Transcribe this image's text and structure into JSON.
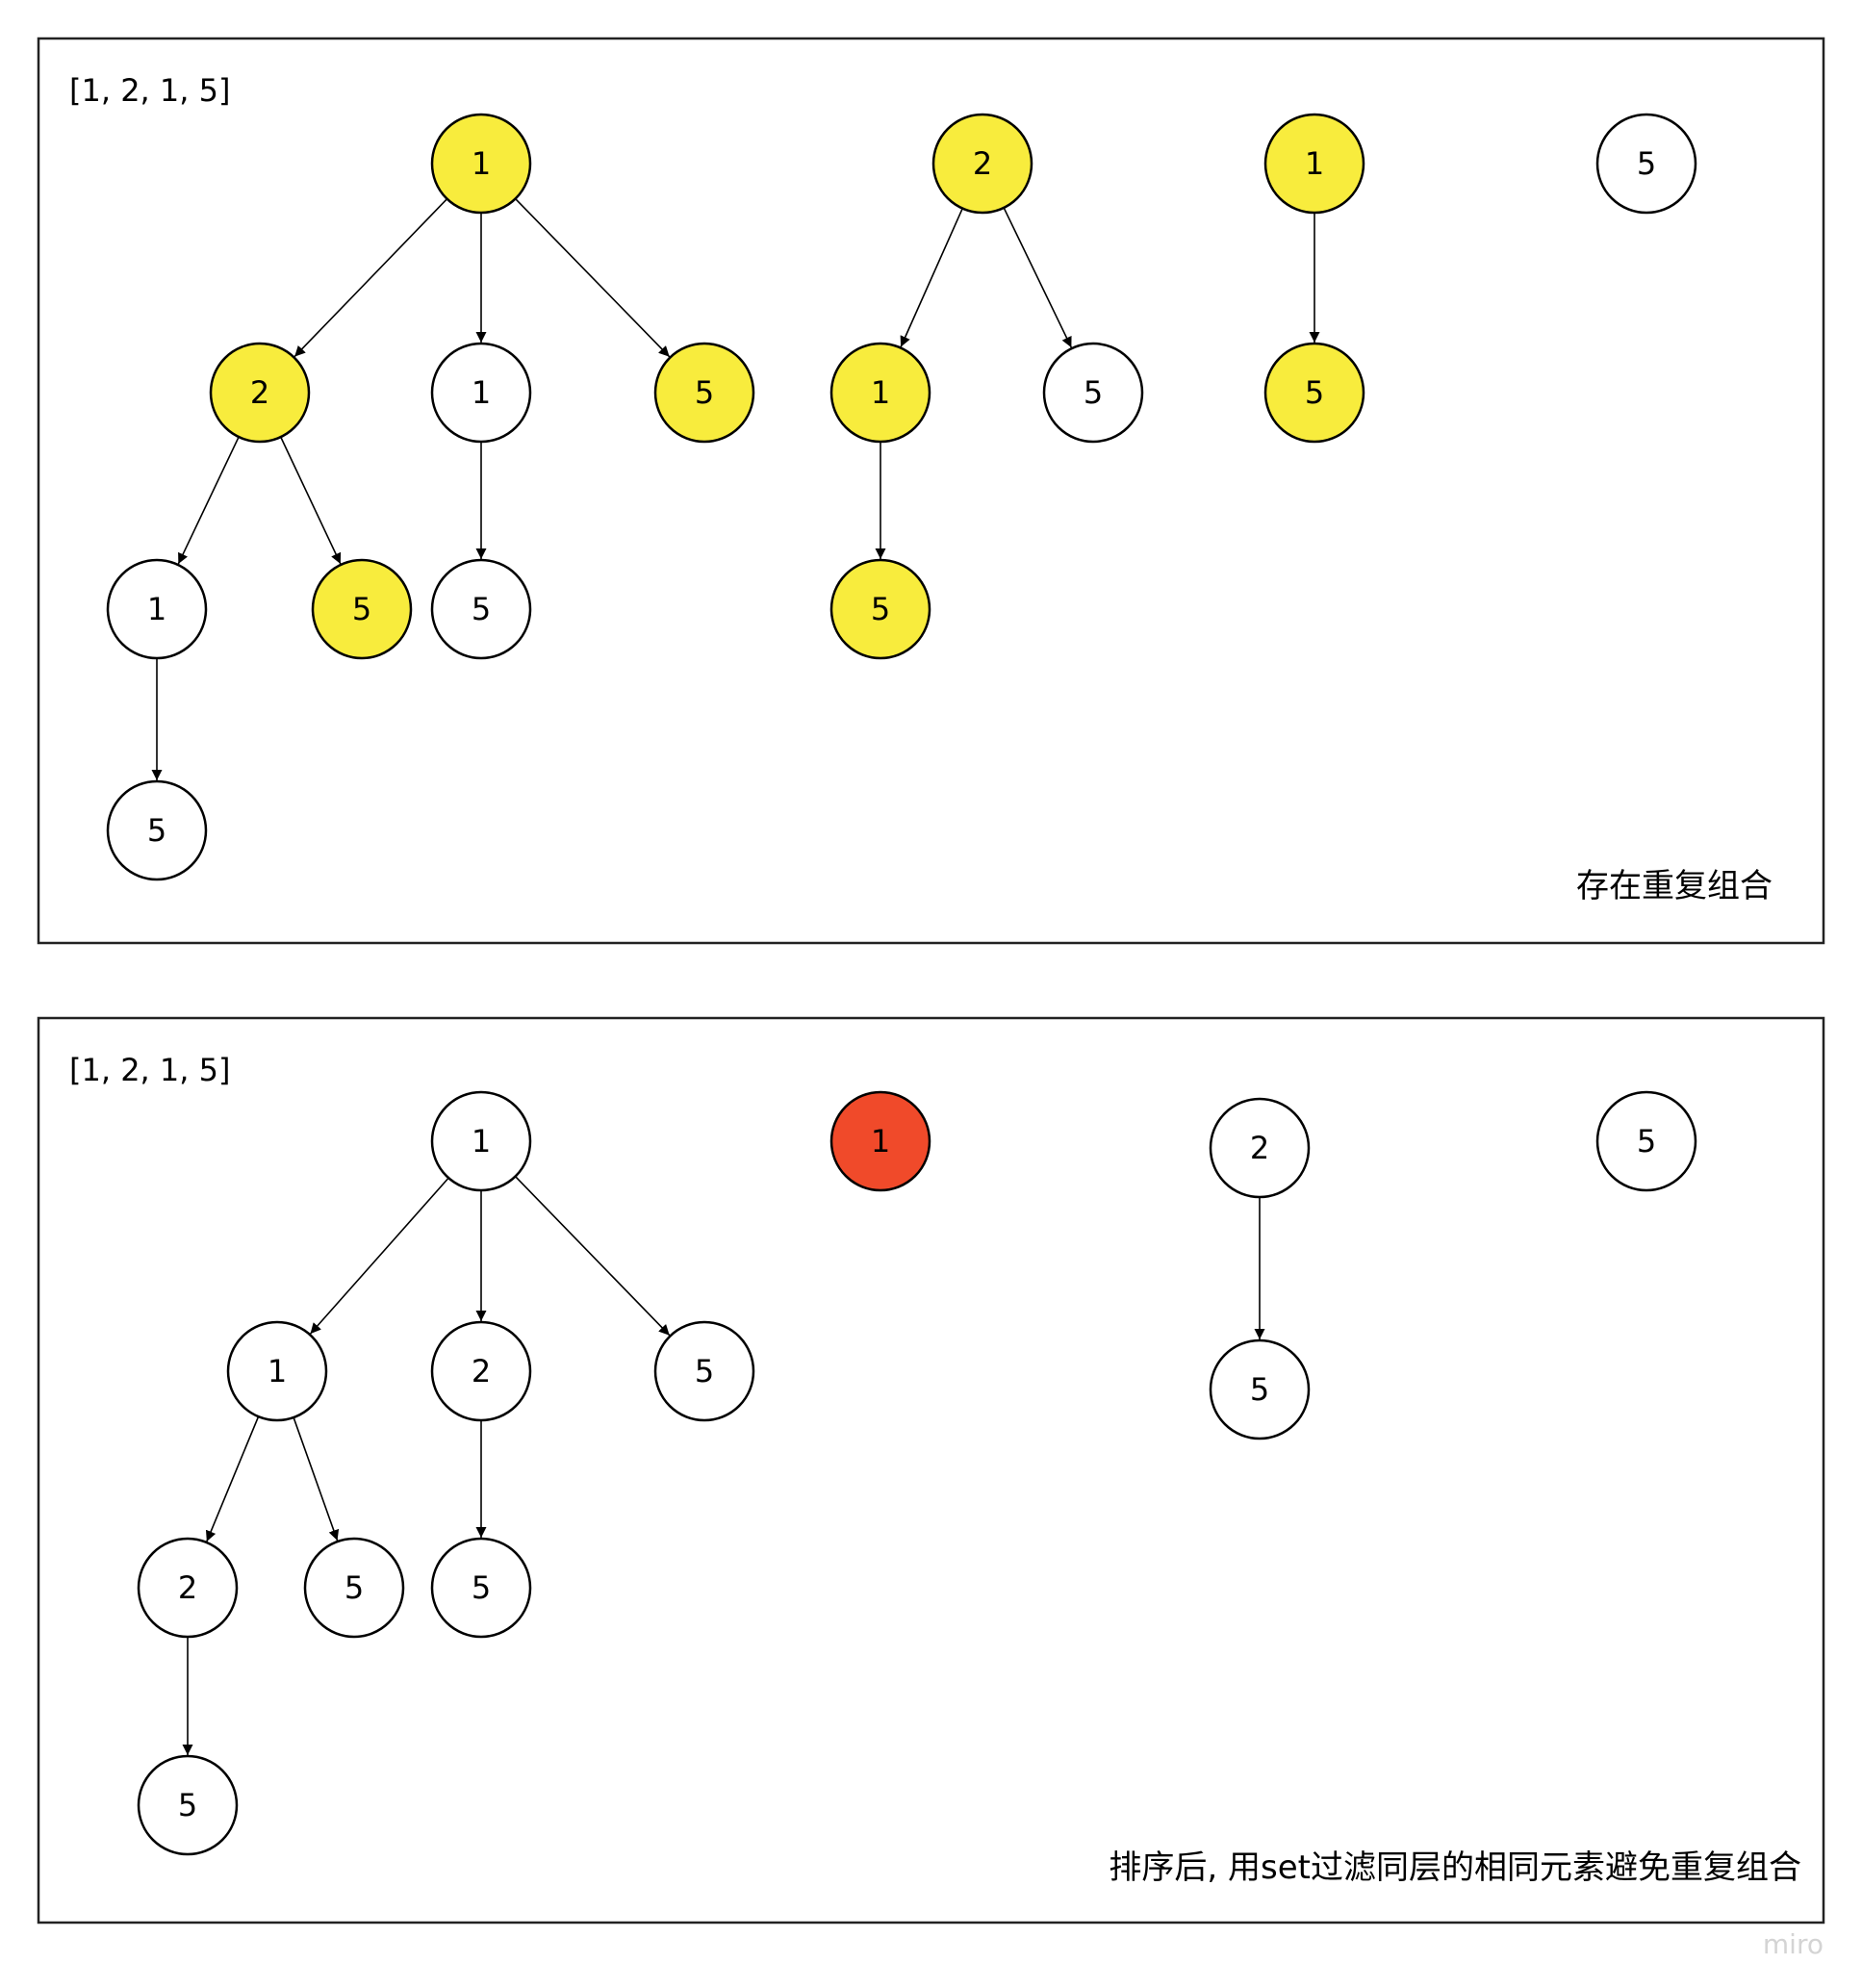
{
  "colors": {
    "highlight": "#f8ec3d",
    "pruned": "#f04a2a",
    "plain": "#ffffff",
    "stroke": "#000000",
    "watermark": "#d9d9d9"
  },
  "panels": [
    {
      "id": "top",
      "input_label": "[1, 2, 1, 5]",
      "caption": "存在重复组合",
      "nodes": [
        {
          "id": "t_a",
          "label": "1",
          "state": "highlight"
        },
        {
          "id": "t_b",
          "label": "2",
          "state": "highlight"
        },
        {
          "id": "t_c",
          "label": "1",
          "state": "plain"
        },
        {
          "id": "t_d",
          "label": "5",
          "state": "highlight"
        },
        {
          "id": "t_e",
          "label": "1",
          "state": "plain"
        },
        {
          "id": "t_f",
          "label": "5",
          "state": "highlight"
        },
        {
          "id": "t_g",
          "label": "5",
          "state": "plain"
        },
        {
          "id": "t_h",
          "label": "5",
          "state": "plain"
        },
        {
          "id": "t_i",
          "label": "2",
          "state": "highlight"
        },
        {
          "id": "t_j",
          "label": "1",
          "state": "highlight"
        },
        {
          "id": "t_k",
          "label": "5",
          "state": "plain"
        },
        {
          "id": "t_l",
          "label": "5",
          "state": "highlight"
        },
        {
          "id": "t_m",
          "label": "1",
          "state": "highlight"
        },
        {
          "id": "t_n",
          "label": "5",
          "state": "highlight"
        },
        {
          "id": "t_o",
          "label": "5",
          "state": "plain"
        }
      ],
      "edges": [
        [
          "t_a",
          "t_b"
        ],
        [
          "t_a",
          "t_c"
        ],
        [
          "t_a",
          "t_d"
        ],
        [
          "t_b",
          "t_e"
        ],
        [
          "t_b",
          "t_f"
        ],
        [
          "t_c",
          "t_g"
        ],
        [
          "t_e",
          "t_h"
        ],
        [
          "t_i",
          "t_j"
        ],
        [
          "t_i",
          "t_k"
        ],
        [
          "t_j",
          "t_l"
        ],
        [
          "t_m",
          "t_n"
        ]
      ]
    },
    {
      "id": "bottom",
      "input_label": "[1, 2, 1, 5]",
      "caption": "排序后, 用set过滤同层的相同元素避免重复组合",
      "nodes": [
        {
          "id": "b_a",
          "label": "1",
          "state": "plain"
        },
        {
          "id": "b_b",
          "label": "1",
          "state": "plain"
        },
        {
          "id": "b_c",
          "label": "2",
          "state": "plain"
        },
        {
          "id": "b_d",
          "label": "5",
          "state": "plain"
        },
        {
          "id": "b_e",
          "label": "2",
          "state": "plain"
        },
        {
          "id": "b_f",
          "label": "5",
          "state": "plain"
        },
        {
          "id": "b_g",
          "label": "5",
          "state": "plain"
        },
        {
          "id": "b_h",
          "label": "5",
          "state": "plain"
        },
        {
          "id": "b_i",
          "label": "1",
          "state": "pruned"
        },
        {
          "id": "b_j",
          "label": "2",
          "state": "plain"
        },
        {
          "id": "b_k",
          "label": "5",
          "state": "plain"
        },
        {
          "id": "b_l",
          "label": "5",
          "state": "plain"
        }
      ],
      "edges": [
        [
          "b_a",
          "b_b"
        ],
        [
          "b_a",
          "b_c"
        ],
        [
          "b_a",
          "b_d"
        ],
        [
          "b_b",
          "b_e"
        ],
        [
          "b_b",
          "b_f"
        ],
        [
          "b_c",
          "b_g"
        ],
        [
          "b_e",
          "b_h"
        ],
        [
          "b_j",
          "b_k"
        ]
      ]
    }
  ],
  "watermark": "miro"
}
